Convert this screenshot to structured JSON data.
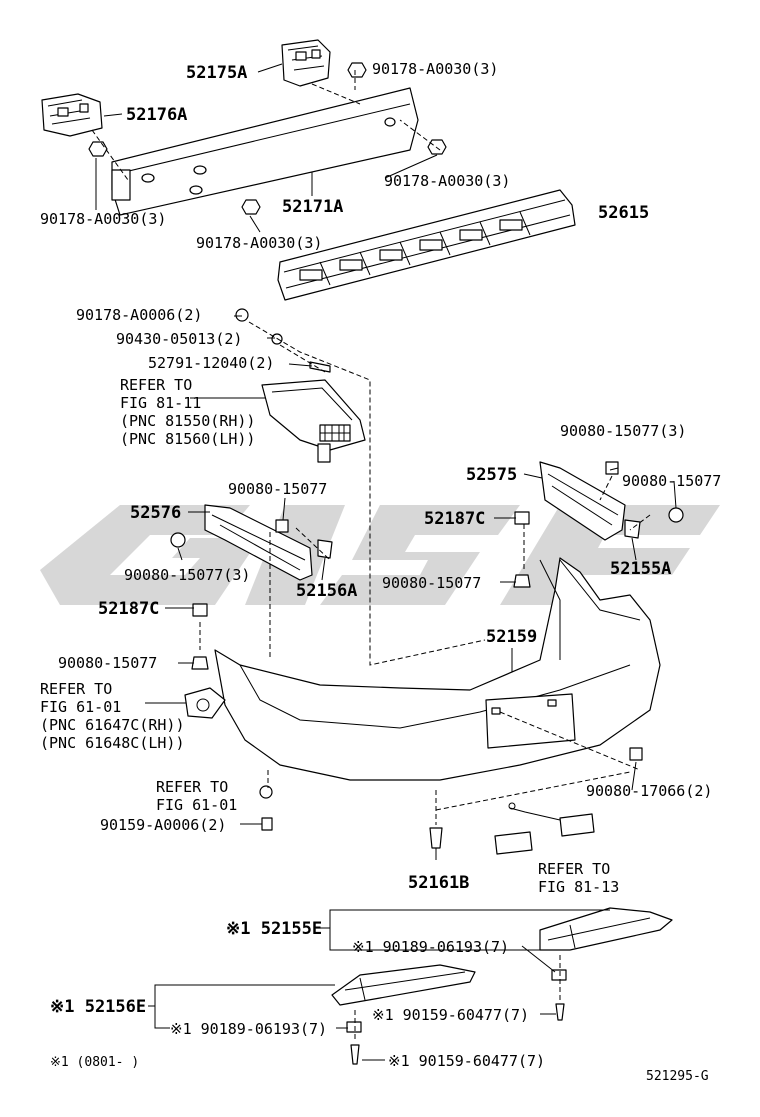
{
  "labels": {
    "p52175A": "52175A",
    "p52176A": "52176A",
    "p52171A": "52171A",
    "p52615": "52615",
    "b_a0030_top": "90178-A0030(3)",
    "b_a0030_right": "90178-A0030(3)",
    "b_a0030_left": "90178-A0030(3)",
    "b_a0030_mid": "90178-A0030(3)",
    "n_a0006": "90178-A0006(2)",
    "w_05013": "90430-05013(2)",
    "s_12040": "52791-12040(2)",
    "refer1_l1": "REFER TO",
    "refer1_l2": "FIG 81-11",
    "refer1_l3": "(PNC 81550(RH))",
    "refer1_l4": "(PNC 81560(LH))",
    "p52575": "52575",
    "n15077_3_right": "90080-15077(3)",
    "n15077_right": "90080-15077",
    "p52576": "52576",
    "n15077_mid": "90080-15077",
    "p52187C_right": "52187C",
    "n15077_3_left": "90080-15077(3)",
    "p52156A": "52156A",
    "n15077_center": "90080-15077",
    "p52155A": "52155A",
    "p52187C_left": "52187C",
    "p52159": "52159",
    "n15077_left": "90080-15077",
    "refer2_l1": "REFER TO",
    "refer2_l2": "FIG 61-01",
    "refer2_l3": "(PNC 61647C(RH))",
    "refer2_l4": "(PNC 61648C(LH))",
    "refer3_l1": "REFER TO",
    "refer3_l2": "FIG 61-01",
    "c_a0006": "90159-A0006(2)",
    "n_17066": "90080-17066(2)",
    "p52161B": "52161B",
    "refer4_l1": "REFER TO",
    "refer4_l2": "FIG 81-13",
    "p52155E": "※1 52155E",
    "r06193_upper": "※1 90189-06193(7)",
    "p52156E": "※1 52156E",
    "r06193_lower": "※1 90189-06193(7)",
    "s60477_upper": "※1 90159-60477(7)",
    "s60477_lower": "※1 90159-60477(7)",
    "note": "※1 (0801-        )",
    "diagram_id": "521295-G"
  }
}
